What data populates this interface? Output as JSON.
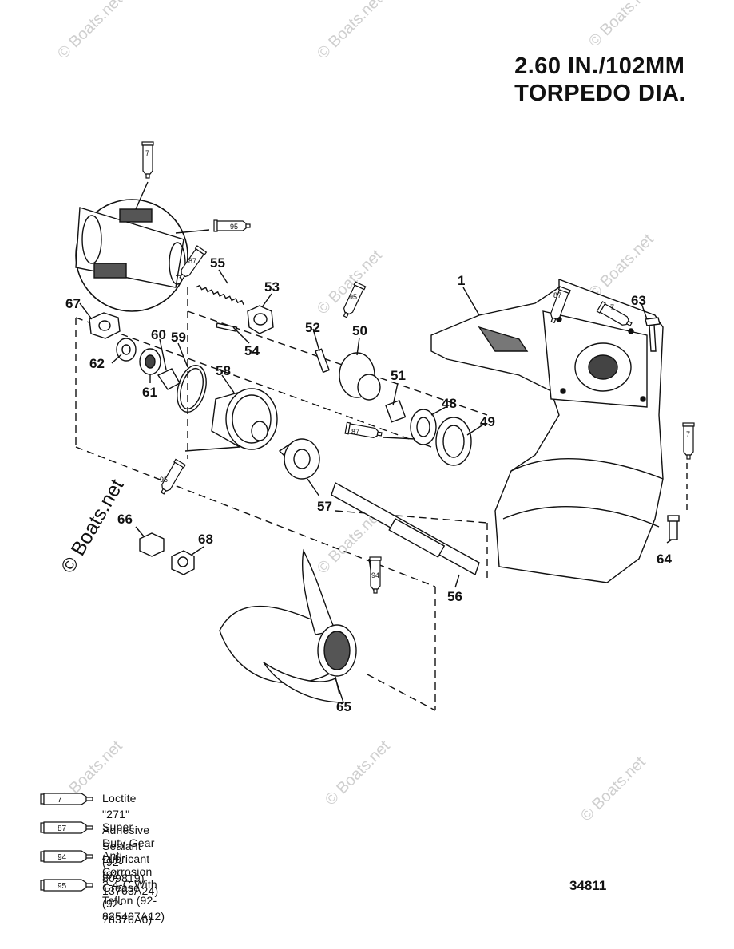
{
  "title": {
    "line1": "2.60 IN./102MM",
    "line2": "TORPEDO DIA."
  },
  "watermark": "© Boats.net",
  "document_number": "34811",
  "callouts": {
    "c1": "1",
    "c48": "48",
    "c49": "49",
    "c50": "50",
    "c51": "51",
    "c52": "52",
    "c53": "53",
    "c54": "54",
    "c55": "55",
    "c56": "56",
    "c57": "57",
    "c58": "58",
    "c59": "59",
    "c60": "60",
    "c61": "61",
    "c62": "62",
    "c63": "63",
    "c64": "64",
    "c65": "65",
    "c66": "66",
    "c67": "67",
    "c68": "68"
  },
  "tube_labels": {
    "t7": "7",
    "t87": "87",
    "t94": "94",
    "t95": "95"
  },
  "legend": [
    {
      "code": "7",
      "text": "Loctite \"271\" Adhesive Sealant (92-809819)"
    },
    {
      "code": "87",
      "text": "Super Duty Gear Lubricant (92-13763A24)"
    },
    {
      "code": "94",
      "text": "Anti-Corrosion Grease (92-78376A6)"
    },
    {
      "code": "95",
      "text": "2-4-C With Teflon (92-825407A12)"
    }
  ]
}
